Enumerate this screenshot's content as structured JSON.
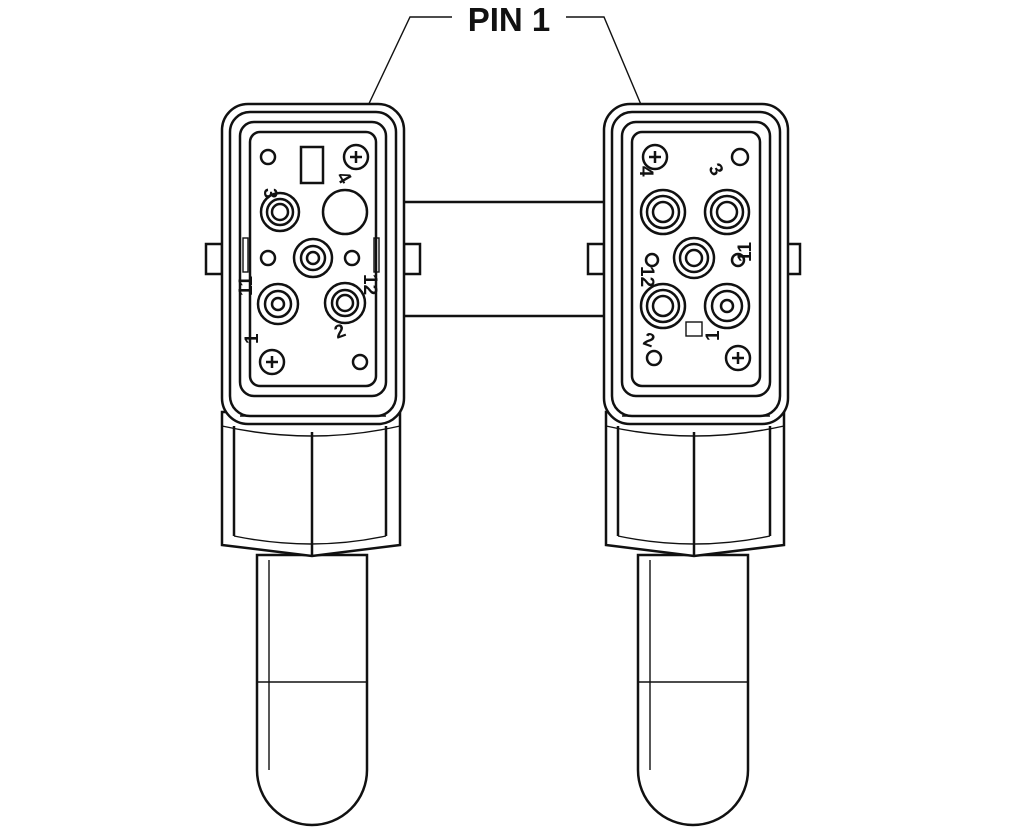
{
  "callout": {
    "label": "PIN 1"
  },
  "left_connector": {
    "pin_labels": [
      "1",
      "2",
      "3",
      "4",
      "11",
      "12"
    ]
  },
  "right_connector": {
    "pin_labels": [
      "1",
      "2",
      "3",
      "4",
      "11",
      "12"
    ]
  },
  "colors": {
    "line": "#111111",
    "background": "#ffffff"
  }
}
